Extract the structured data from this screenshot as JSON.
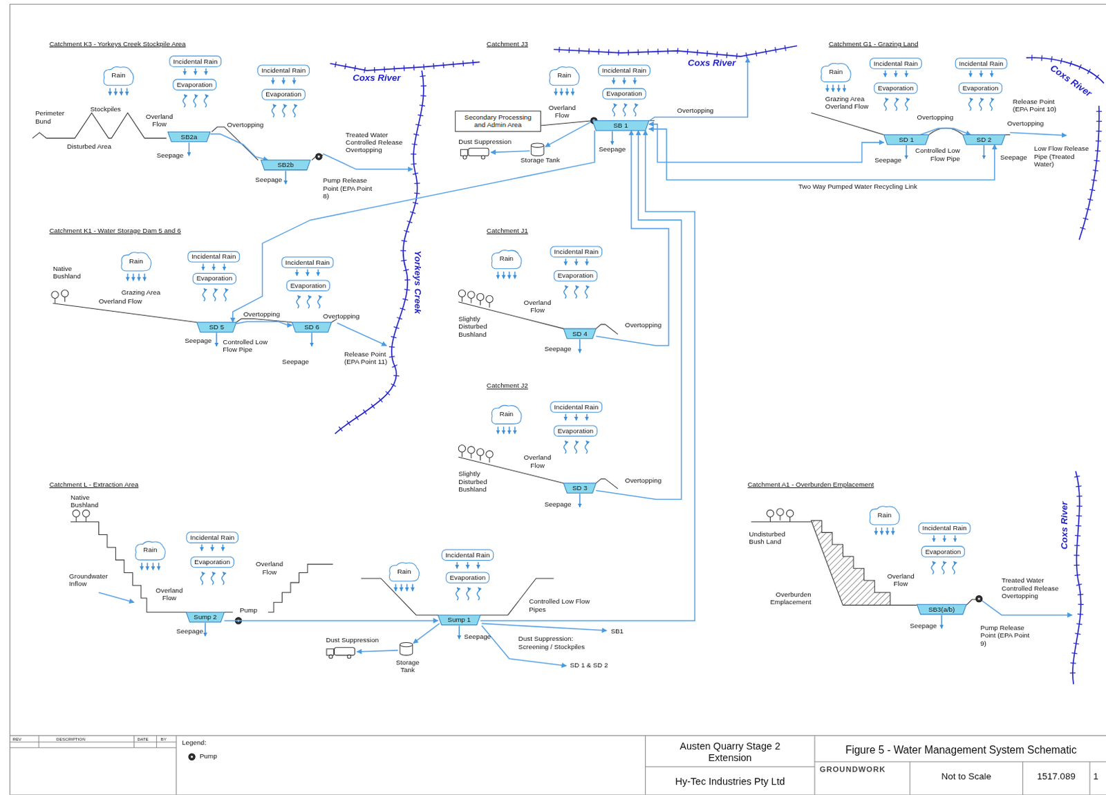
{
  "diagram": {
    "title": "Figure 5 - Water Management System Schematic",
    "nodes": [
      {
        "text": [
          "Rain"
        ]
      },
      {
        "text": [
          "Incidental Rain"
        ]
      },
      {
        "text": [
          "Evaporation"
        ]
      },
      {
        "text": [
          "Incidental Rain"
        ]
      },
      {
        "text": [
          "Evaporation"
        ]
      },
      {
        "text": [
          "SB2a"
        ]
      },
      {
        "text": [
          "SB2b"
        ]
      },
      {
        "text": [
          "Secondary Processing and Admin Area"
        ]
      },
      {
        "text": [
          "Rain"
        ]
      },
      {
        "text": [
          "Incidental Rain"
        ]
      },
      {
        "text": [
          "Evaporation"
        ]
      },
      {
        "text": [
          "SB 1"
        ]
      },
      {
        "text": [
          "Rain"
        ]
      },
      {
        "text": [
          "Incidental Rain"
        ]
      },
      {
        "text": [
          "Evaporation"
        ]
      },
      {
        "text": [
          "Incidental Rain"
        ]
      },
      {
        "text": [
          "Evaporation"
        ]
      },
      {
        "text": [
          "SD 1"
        ]
      },
      {
        "text": [
          "SD 2"
        ]
      },
      {
        "text": [
          "Rain"
        ]
      },
      {
        "text": [
          "Incidental Rain"
        ]
      },
      {
        "text": [
          "Evaporation"
        ]
      },
      {
        "text": [
          "Incidental Rain"
        ]
      },
      {
        "text": [
          "Evaporation"
        ]
      },
      {
        "text": [
          "SD 5"
        ]
      },
      {
        "text": [
          "SD 6"
        ]
      },
      {
        "text": [
          "Rain"
        ]
      },
      {
        "text": [
          "Incidental Rain"
        ]
      },
      {
        "text": [
          "Evaporation"
        ]
      },
      {
        "text": [
          "SD 4"
        ]
      },
      {
        "text": [
          "Rain"
        ]
      },
      {
        "text": [
          "Incidental Rain"
        ]
      },
      {
        "text": [
          "Evaporation"
        ]
      },
      {
        "text": [
          "SD 3"
        ]
      },
      {
        "text": [
          "Rain"
        ]
      },
      {
        "text": [
          "Incidental Rain"
        ]
      },
      {
        "text": [
          "Evaporation"
        ]
      },
      {
        "text": [
          "Sump 2"
        ]
      },
      {
        "text": [
          "Rain"
        ]
      },
      {
        "text": [
          "Incidental Rain"
        ]
      },
      {
        "text": [
          "Evaporation"
        ]
      },
      {
        "text": [
          "Sump 1"
        ]
      },
      {
        "text": [
          "Rain"
        ]
      },
      {
        "text": [
          "Incidental Rain"
        ]
      },
      {
        "text": [
          "Evaporation"
        ]
      },
      {
        "text": [
          "SB3(a/b)"
        ]
      }
    ],
    "edges": [
      {
        "from": 5,
        "to": 6,
        "arrow": "to"
      },
      {
        "from": 24,
        "to": 25,
        "arrow": "to"
      },
      {
        "from": 17,
        "to": 18,
        "arrow": "to"
      },
      {
        "from": 37,
        "to": 41,
        "arrow": "to"
      },
      {
        "from": 41,
        "to": 11,
        "arrow": "to"
      },
      {
        "from": 29,
        "to": 11,
        "arrow": "to"
      },
      {
        "from": 33,
        "to": 11,
        "arrow": "to"
      },
      {
        "from": 11,
        "to": 17,
        "arrow": "both"
      },
      {
        "from": 11,
        "to": 18,
        "label": "Two Way Pumped Water Recycling Link",
        "arrow": "both"
      },
      {
        "from": 11,
        "to": 24,
        "arrow": "to"
      }
    ],
    "labels": [
      "Catchment K3 - Yorkeys Creek Stockpile Area",
      "Perimeter Bund",
      "Stockpiles",
      "Overland Flow",
      "Disturbed Area",
      "Seepage",
      "Overtopping",
      "Seepage",
      "Treated Water Controlled Release Overtopping",
      "Pump Release Point (EPA Point 8)",
      "Coxs River",
      "Yorkeys Creek",
      "Catchment J3",
      "Dust Suppression",
      "Storage Tank",
      "Overland Flow",
      "Seepage",
      "Overtopping",
      "Coxs River",
      "Catchment G1 - Grazing Land",
      "Grazing Area Overland Flow",
      "Overtopping",
      "Release Point (EPA Point 10)",
      "Overtopping",
      "Controlled Low Flow Pipe",
      "Seepage",
      "Seepage",
      "Low Flow Release Pipe (Treated Water)",
      "Coxs River",
      "Catchment K1 - Water Storage Dam 5 and 6",
      "Native Bushland",
      "Grazing Area",
      "Overland Flow",
      "Overtopping",
      "Overtopping",
      "Seepage",
      "Controlled Low Flow Pipe",
      "Seepage",
      "Release Point (EPA Point 11)",
      "Catchment J1",
      "Slightly Disturbed Bushland",
      "Overland Flow",
      "Overtopping",
      "Seepage",
      "Catchment J2",
      "Slightly Disturbed Bushland",
      "Overland Flow",
      "Overtopping",
      "Seepage",
      "Catchment L - Extraction Area",
      "Native Bushland",
      "Groundwater Inflow",
      "Overland Flow",
      "Pump",
      "Overland Flow",
      "Seepage",
      "Controlled Low Flow Pipes",
      "Seepage",
      "Dust Suppression",
      "Storage Tank",
      "Dust Suppression: Screening / Stockpiles",
      "SB1",
      "SD 1 & SD 2",
      "Catchment A1 - Overburden Emplacement",
      "Undisturbed Bush Land",
      "Overburden Emplacement",
      "Overland Flow",
      "Seepage",
      "Treated Water Controlled Release Overtopping",
      "Pump Release Point (EPA Point 9)",
      "Coxs River",
      "Legend:",
      "Austen Quarry Stage 2 Extension",
      "Hy-Tec Industries Pty Ltd",
      "GROUNDWORK",
      "Not to Scale",
      "1517.089",
      "1",
      "REV",
      "DESCRIPTION",
      "DATE",
      "BY"
    ],
    "legend": [
      {
        "text": "Pump"
      }
    ]
  }
}
